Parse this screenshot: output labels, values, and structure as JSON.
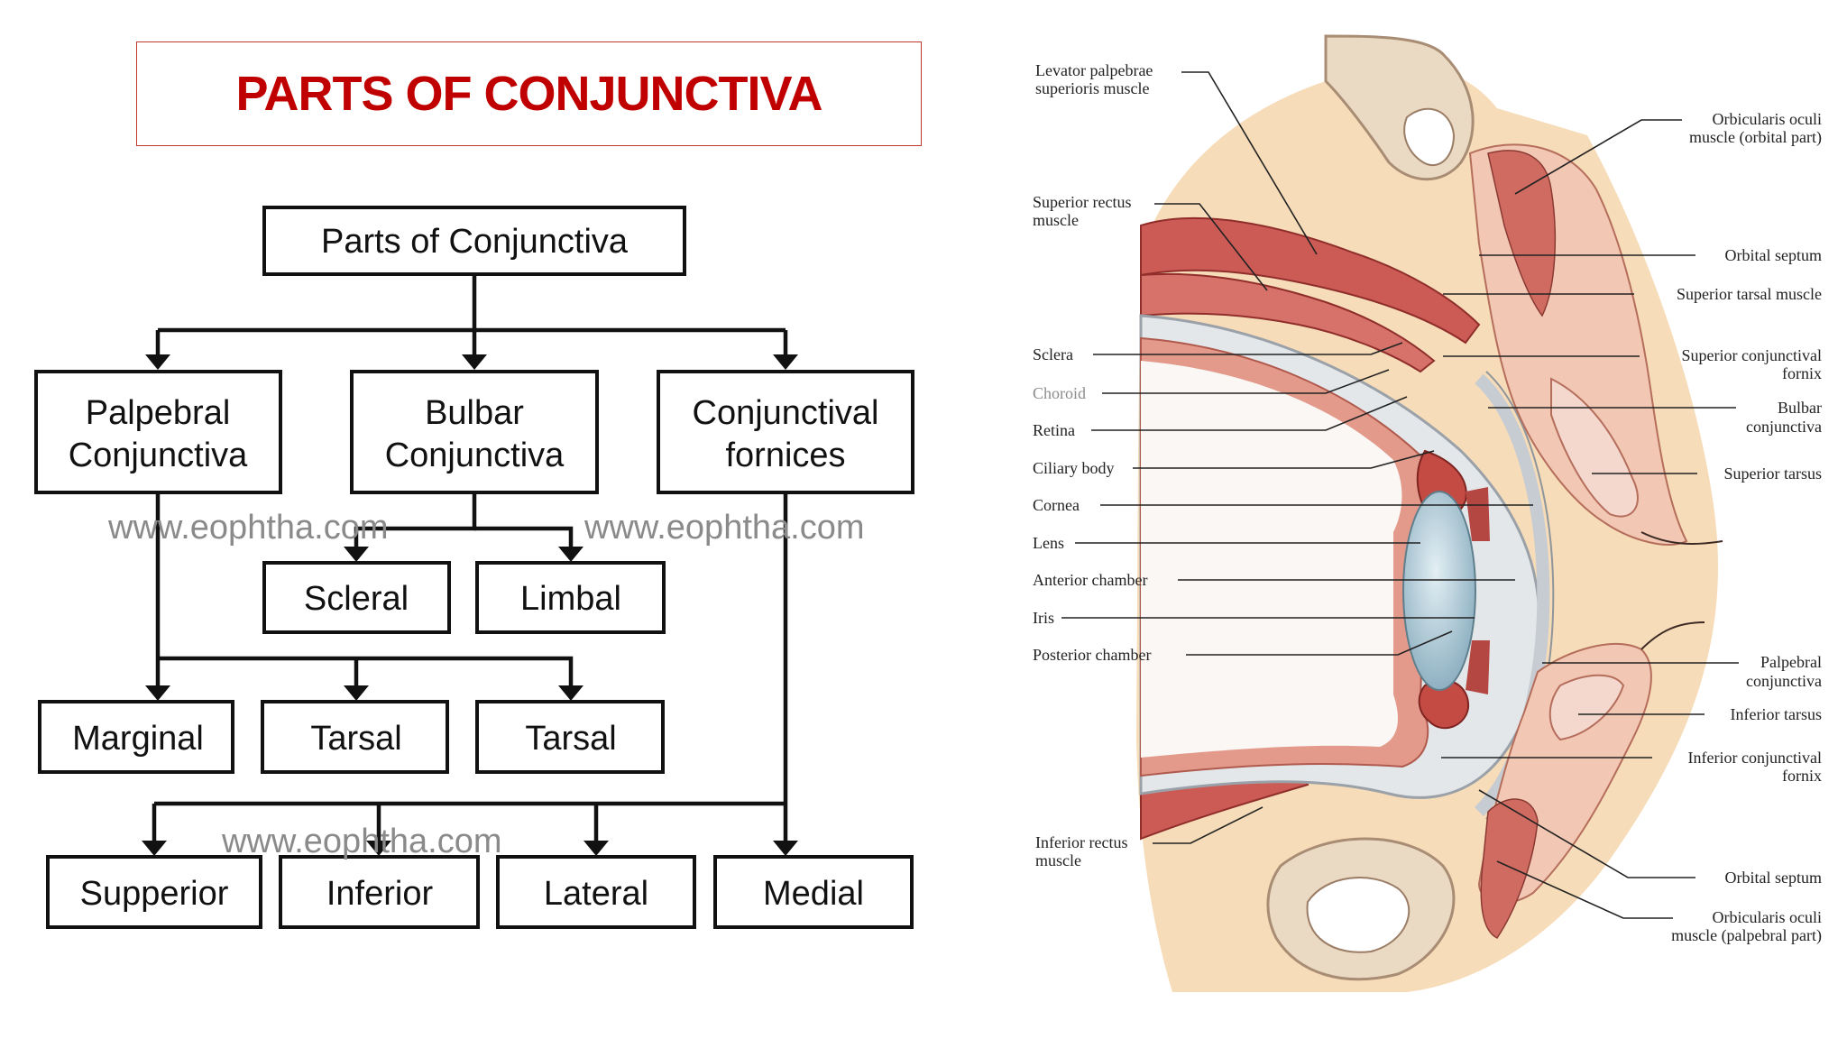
{
  "title": "PARTS OF CONJUNCTIVA",
  "flowchart": {
    "root": "Parts of Conjunctiva",
    "palpebral": [
      "Palpebral",
      "Conjunctiva"
    ],
    "bulbar": [
      "Bulbar",
      "Conjunctiva"
    ],
    "fornices": [
      "Conjunctival",
      "fornices"
    ],
    "scleral": "Scleral",
    "limbal": "Limbal",
    "marginal": "Marginal",
    "tarsal_1": "Tarsal",
    "tarsal_2": "Tarsal",
    "superior": "Supperior",
    "inferior": "Inferior",
    "lateral": "Lateral",
    "medial": "Medial"
  },
  "watermarks": [
    "www.eophtha.com",
    "www.eophtha.com",
    "www.eophtha.com"
  ],
  "anatomy": {
    "left_labels": [
      [
        "Levator palpebrae",
        "superioris muscle"
      ],
      [
        "Superior rectus",
        "muscle"
      ],
      [
        "Sclera"
      ],
      [
        "Choroid"
      ],
      [
        "Retina"
      ],
      [
        "Ciliary body"
      ],
      [
        "Cornea"
      ],
      [
        "Lens"
      ],
      [
        "Anterior chamber"
      ],
      [
        "Iris"
      ],
      [
        "Posterior chamber"
      ],
      [
        "Inferior rectus",
        "muscle"
      ]
    ],
    "right_labels": [
      [
        "Orbicularis oculi",
        "muscle (orbital part)"
      ],
      [
        "Orbital septum"
      ],
      [
        "Superior tarsal muscle"
      ],
      [
        "Superior conjunctival",
        "fornix"
      ],
      [
        "Bulbar",
        "conjunctiva"
      ],
      [
        "Superior tarsus"
      ],
      [
        "Palpebral",
        "conjunctiva"
      ],
      [
        "Inferior tarsus"
      ],
      [
        "Inferior conjunctival",
        "fornix"
      ],
      [
        "Orbital septum"
      ],
      [
        "Orbicularis oculi",
        "muscle (palpebral part)"
      ]
    ]
  },
  "colors": {
    "title": "#c00000",
    "fat": "#f6d9b0",
    "muscle": "#c8504e",
    "sclera": "#e4e7ea",
    "lens": "#a9c6d4",
    "skin": "#f2c9b4"
  }
}
